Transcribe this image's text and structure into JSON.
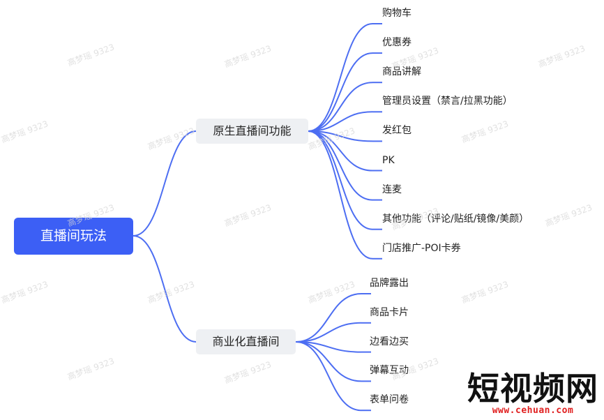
{
  "root": {
    "label": "直播间玩法"
  },
  "branches": [
    {
      "label": "原生直播间功能",
      "children": [
        "购物车",
        "优惠券",
        "商品讲解",
        "管理员设置（禁言/拉黑功能）",
        "发红包",
        "PK",
        "连麦",
        "其他功能（评论/贴纸/镜像/美颜）",
        "门店推广-POI卡券"
      ]
    },
    {
      "label": "商业化直播间",
      "children": [
        "品牌露出",
        "商品卡片",
        "边看边买",
        "弹幕互动",
        "表单问卷"
      ]
    }
  ],
  "watermark": "高梦瑶 9323",
  "logo": {
    "text": "短视频网",
    "url": "www.cehuan.com"
  },
  "colors": {
    "edge": "#4d6ef2",
    "root_fill": "#3c5ff5",
    "node_fill": "#eef0f3"
  }
}
